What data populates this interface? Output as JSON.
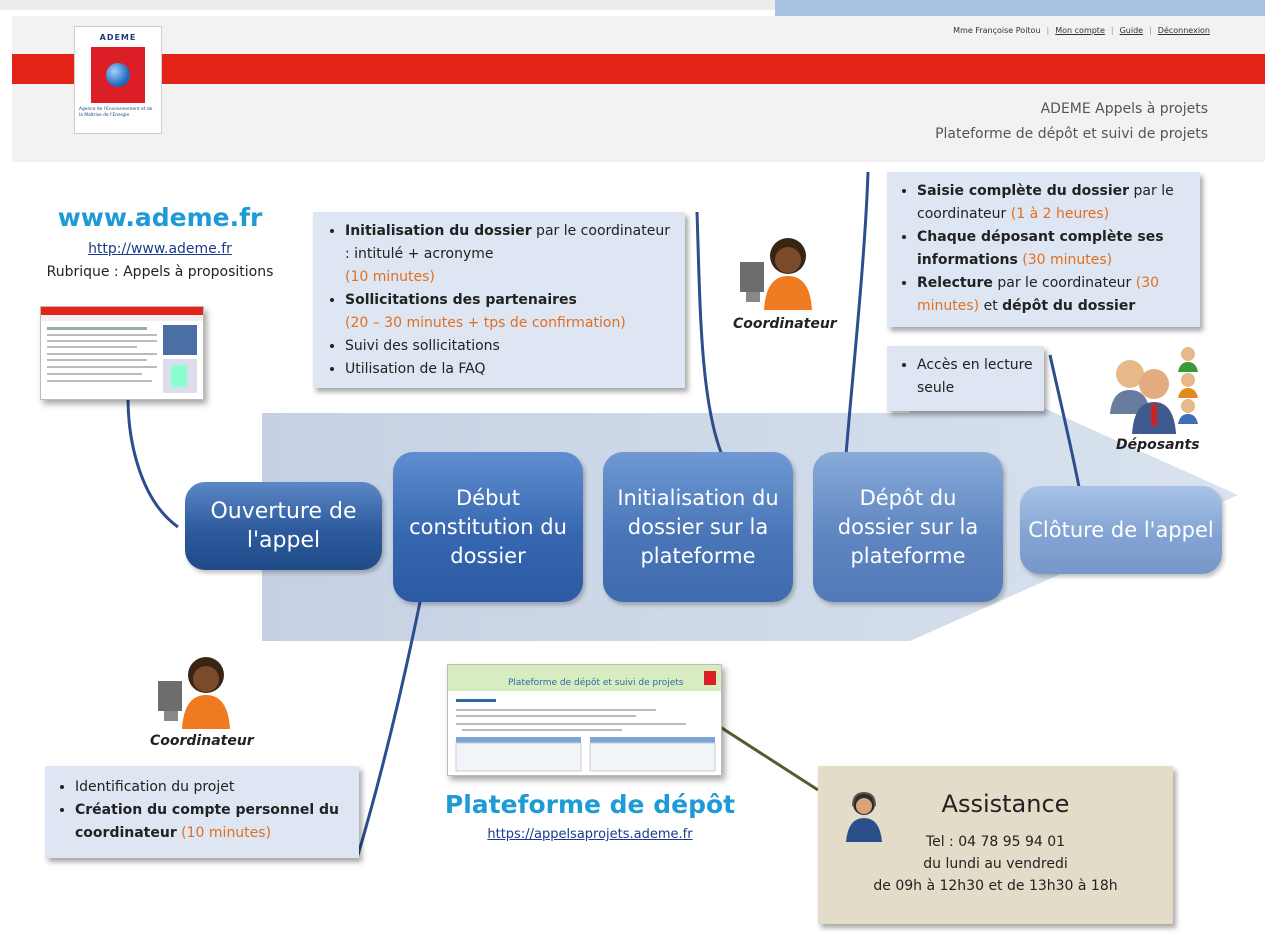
{
  "header": {
    "user_name": "Mme Françoise Poitou",
    "links": [
      "Mon compte",
      "Guide",
      "Déconnexion"
    ],
    "app_title_line1": "ADEME Appels à projets",
    "app_title_line2": "Plateforme de dépôt et suivi de projets",
    "logo_word": "ADEME",
    "logo_caption": "Agence de l'Environnement et de la Maîtrise de l'Energie"
  },
  "website": {
    "title": "www.ademe.fr",
    "url": "http://www.ademe.fr",
    "section": "Rubrique : Appels à propositions"
  },
  "steps": [
    "Ouverture de l'appel",
    "Début constitution du dossier",
    "Initialisation du dossier sur la plateforme",
    "Dépôt du dossier sur la plateforme",
    "Clôture de l'appel"
  ],
  "init_box": {
    "item1_bold": "Initialisation du dossier",
    "item1_text": " par le coordinateur : intitulé + acronyme",
    "item1_time": "(10 minutes)",
    "item2_bold": "Sollicitations des partenaires",
    "item2_time": "(20 – 30 minutes + tps de confirmation)",
    "item3": "Suivi des sollicitations",
    "item4": "Utilisation de la FAQ"
  },
  "depot_box": {
    "item1_bold": "Saisie complète du dossier",
    "item1_text": " par le coordinateur ",
    "item1_time": "(1 à 2 heures)",
    "item2_bold": "Chaque déposant complète ses informations",
    "item2_time": " (30 minutes)",
    "item3_bold": "Relecture",
    "item3_text": " par le coordinateur ",
    "item3_time": "(30 minutes)",
    "item3_mid": " et ",
    "item3_bold2": "dépôt du dossier"
  },
  "lecture_box": {
    "item1": "Accès en lecture seule"
  },
  "ident_box": {
    "item1": "Identification du projet",
    "item2_bold": "Création du compte personnel du coordinateur",
    "item2_time": " (10 minutes)"
  },
  "roles": {
    "coordinateur": "Coordinateur",
    "deposants": "Déposants"
  },
  "platform": {
    "title": "Plateforme de dépôt",
    "url": "https://appelsaprojets.ademe.fr",
    "thumb_title": "Plateforme de dépôt et suivi de projets"
  },
  "assistance": {
    "title": "Assistance",
    "phone": "Tel : 04 78 95 94 01",
    "days": "du lundi au vendredi",
    "hours": "de 09h à 12h30 et de 13h30 à 18h"
  },
  "colors": {
    "red_band": "#e42318",
    "link_blue": "#1e9ad6",
    "time_orange": "#e26f1f",
    "box_blue": "#dde6f2",
    "assist_beige": "#e3dcc8"
  }
}
